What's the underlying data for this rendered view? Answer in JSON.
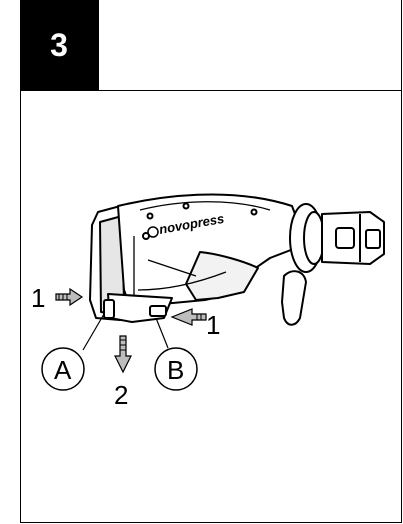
{
  "step": {
    "number": "3"
  },
  "tool": {
    "brand": "novopress"
  },
  "callouts": {
    "a": "A",
    "b": "B"
  },
  "steps": {
    "press_left": "1",
    "press_right": "1",
    "pull_down": "2"
  },
  "colors": {
    "ink": "#000000",
    "paper": "#ffffff",
    "arrow_fill": "#bdbdbd"
  }
}
